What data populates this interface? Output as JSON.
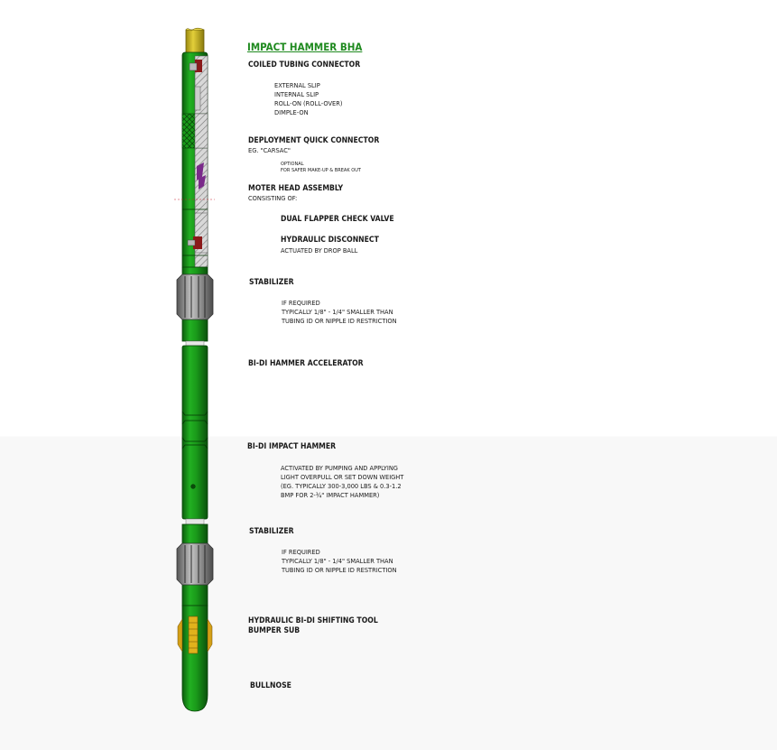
{
  "title": "IMPACT HAMMER BHA",
  "colors": {
    "tool_green": "#1ea31e",
    "tool_dark_green": "#0f6b10",
    "top_yellow": "#c8b21a",
    "stabilizer_gray": "#7c7c7c",
    "accent_orange": "#d4a017",
    "title_green": "#1f8a1f"
  },
  "sections": {
    "coiled_tubing_connector": {
      "heading": "COILED TUBING CONNECTOR",
      "items": [
        "EXTERNAL SLIP",
        "INTERNAL SLIP",
        "ROLL-ON (ROLL-OVER)",
        "DIMPLE-ON"
      ]
    },
    "deployment_quick_connector": {
      "heading": "DEPLOYMENT QUICK CONNECTOR",
      "example": "EG. \"CARSAC\"",
      "notes": [
        "OPTIONAL",
        "FOR SAFER MAKE-UP & BREAK OUT"
      ]
    },
    "motor_head_assembly": {
      "heading": "MOTER HEAD ASSEMBLY",
      "consisting": "CONSISTING OF:",
      "check_valve": "DUAL FLAPPER CHECK VALVE",
      "disconnect": "HYDRAULIC DISCONNECT",
      "disconnect_note": "ACTUATED BY DROP BALL"
    },
    "stabilizer_1": {
      "heading": "STABILIZER",
      "lines": [
        "IF REQUIRED",
        "TYPICALLY  1/8\" -  1/4\" SMALLER THAN",
        "TUBING ID OR NIPPLE ID RESTRICTION"
      ]
    },
    "hammer_accelerator": {
      "heading": "BI-DI HAMMER ACCELERATOR"
    },
    "impact_hammer": {
      "heading": "BI-DI IMPACT HAMMER",
      "lines": [
        "ACTIVATED BY PUMPING AND APPLYING",
        "LIGHT OVERPULL OR SET DOWN WEIGHT",
        "(EG. TYPICALLY 300-3,000 LBS & 0.3-1.2",
        "BMP FOR 2-¾\" IMPACT HAMMER)"
      ]
    },
    "stabilizer_2": {
      "heading": "STABILIZER",
      "lines": [
        "IF REQUIRED",
        "TYPICALLY  1/8\" -  1/4\" SMALLER THAN",
        "TUBING ID OR NIPPLE ID RESTRICTION"
      ]
    },
    "shifting_tool": {
      "heading": "HYDRAULIC BI-DI SHIFTING TOOL",
      "heading2": "BUMPER SUB"
    },
    "bullnose": {
      "heading": "BULLNOSE"
    }
  }
}
